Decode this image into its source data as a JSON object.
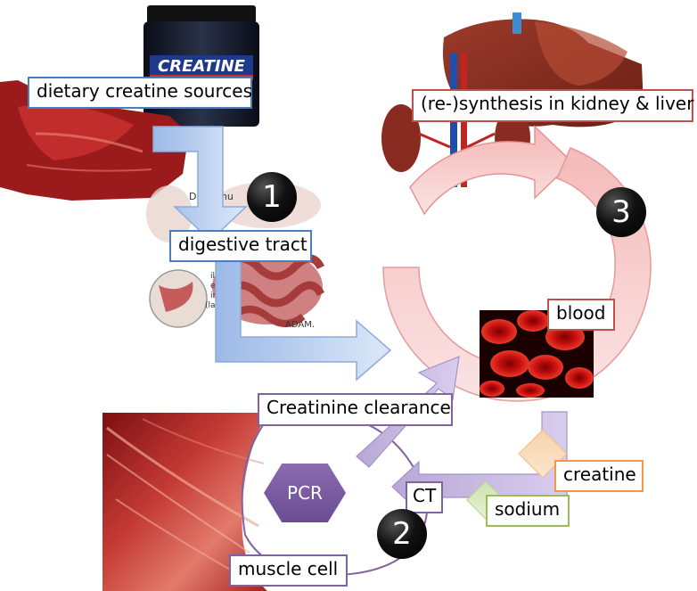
{
  "labels": {
    "dietary": "dietary creatine sources",
    "synthesis": "(re-)synthesis in kidney & liver",
    "digestive": "digestive tract",
    "blood": "blood",
    "clearance": "Creatinine clearance",
    "ct": "CT",
    "creatine": "creatine",
    "sodium": "sodium",
    "muscle": "muscle cell",
    "pcr": "PCR"
  },
  "steps": [
    "1",
    "2",
    "3"
  ],
  "product": {
    "jar_text": "CREATINE"
  },
  "anatomy": {
    "duodenum": "Duodenu",
    "ileum_note": "ile\nemp\ninto\n(large in",
    "adam": "ADAM."
  },
  "colors": {
    "blue_border": "#4a7ebb",
    "red_border": "#c0504d",
    "purple_border": "#8064a2",
    "orange_border": "#f79646",
    "green_border": "#9bbb59"
  }
}
